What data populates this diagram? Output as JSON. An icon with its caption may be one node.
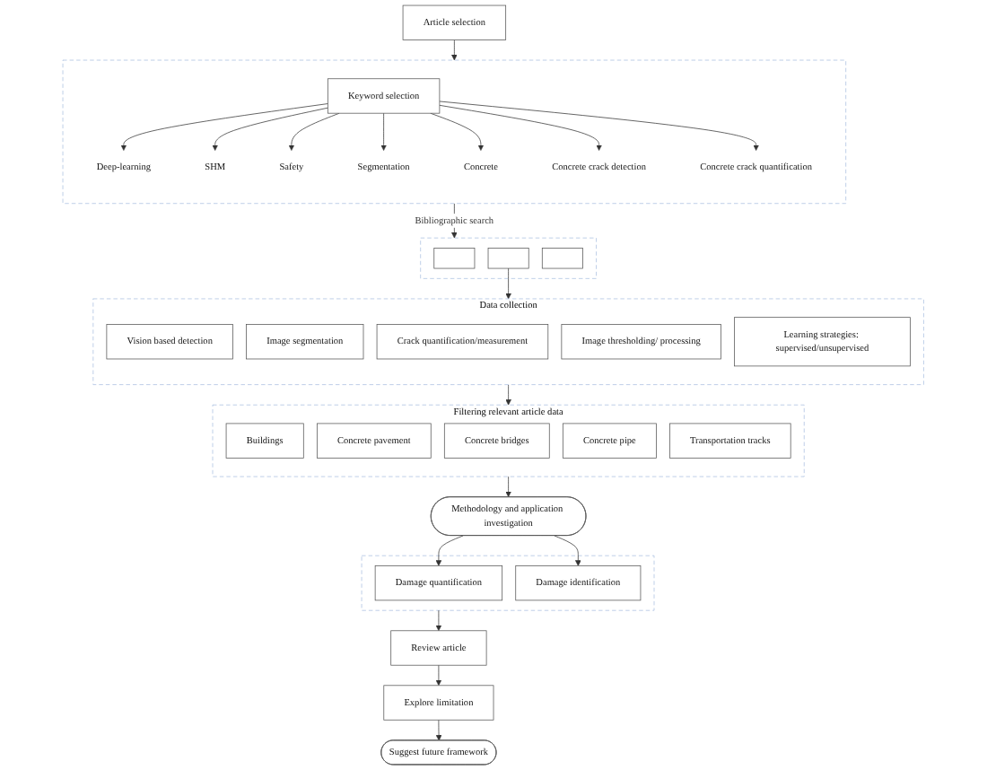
{
  "diagram": {
    "nodes": [
      {
        "text": [
          "Suggest future framework"
        ]
      },
      {
        "text": [
          "Explore limitation"
        ]
      },
      {
        "text": [
          "Review article"
        ]
      },
      {
        "text": [],
        "shape": "box"
      },
      {
        "text": [
          "Damage quantification"
        ],
        "in": 3
      },
      {
        "text": [
          "Damage identification"
        ],
        "in": 3
      },
      {
        "text": [
          "Methodology and application investigation"
        ]
      },
      {
        "text": [
          "Article selection"
        ]
      },
      {
        "text": [],
        "shape": "box"
      },
      {
        "text": [
          "Keyword selection"
        ],
        "in": 8
      },
      {
        "text": [
          "Deep-learning"
        ],
        "in": 8
      },
      {
        "text": [
          "SHM"
        ],
        "in": 8
      },
      {
        "text": [
          "Safety"
        ],
        "in": 8
      },
      {
        "text": [
          "Segmentation"
        ],
        "in": 8
      },
      {
        "text": [
          "Concrete"
        ],
        "in": 8
      },
      {
        "text": [
          "Concrete crack detection"
        ],
        "in": 8
      },
      {
        "text": [
          "Concrete crack quantification"
        ],
        "in": 8
      },
      {
        "text": [],
        "shape": "box"
      },
      {
        "text": [],
        "shape": "box",
        "in": 17
      },
      {
        "text": [],
        "shape": "box",
        "in": 17
      },
      {
        "text": [],
        "shape": "box",
        "in": 17
      },
      {
        "text": [
          "Data collection"
        ]
      },
      {
        "text": [
          "Vision based detection"
        ],
        "in": 21
      },
      {
        "text": [
          "Image segmentation"
        ],
        "in": 21
      },
      {
        "text": [
          "Crack quantification/measurement"
        ],
        "in": 21
      },
      {
        "text": [
          "Image thresholding/ processing"
        ],
        "in": 21
      },
      {
        "text": [
          "Learning strategies: supervised/unsupervised"
        ],
        "in": 21
      },
      {
        "text": [
          "Filtering relevant article data"
        ]
      },
      {
        "text": [
          "Buildings"
        ],
        "in": 27
      },
      {
        "text": [
          "Concrete pavement"
        ],
        "in": 27
      },
      {
        "text": [
          "Concrete bridges"
        ],
        "in": 27
      },
      {
        "text": [
          "Concrete pipe"
        ],
        "in": 27
      },
      {
        "text": [
          "Transportation tracks"
        ],
        "in": 27
      }
    ],
    "edges": [
      {
        "from": 2,
        "to": 1,
        "arrow": "to"
      },
      {
        "from": 1,
        "to": 0,
        "arrow": "to"
      },
      {
        "from": 3,
        "to": 2,
        "arrow": "to"
      },
      {
        "from": 6,
        "to": 4,
        "arrow": "to"
      },
      {
        "from": 6,
        "to": 5,
        "arrow": "to"
      },
      {
        "from": 7,
        "to": 8,
        "arrow": "to"
      },
      {
        "from": 9,
        "to": 10,
        "arrow": "to"
      },
      {
        "from": 9,
        "to": 11,
        "arrow": "to"
      },
      {
        "from": 9,
        "to": 12,
        "arrow": "to"
      },
      {
        "from": 9,
        "to": 13,
        "arrow": "to"
      },
      {
        "from": 9,
        "to": 14,
        "arrow": "to"
      },
      {
        "from": 9,
        "to": 15,
        "arrow": "to"
      },
      {
        "from": 9,
        "to": 16,
        "arrow": "to"
      },
      {
        "from": 8,
        "to": 17,
        "label": "Bibliographic search",
        "arrow": "to"
      },
      {
        "from": 19,
        "to": 21,
        "arrow": "to"
      },
      {
        "from": 21,
        "to": 27,
        "arrow": "to"
      },
      {
        "from": 27,
        "to": 6,
        "arrow": "to"
      }
    ]
  }
}
